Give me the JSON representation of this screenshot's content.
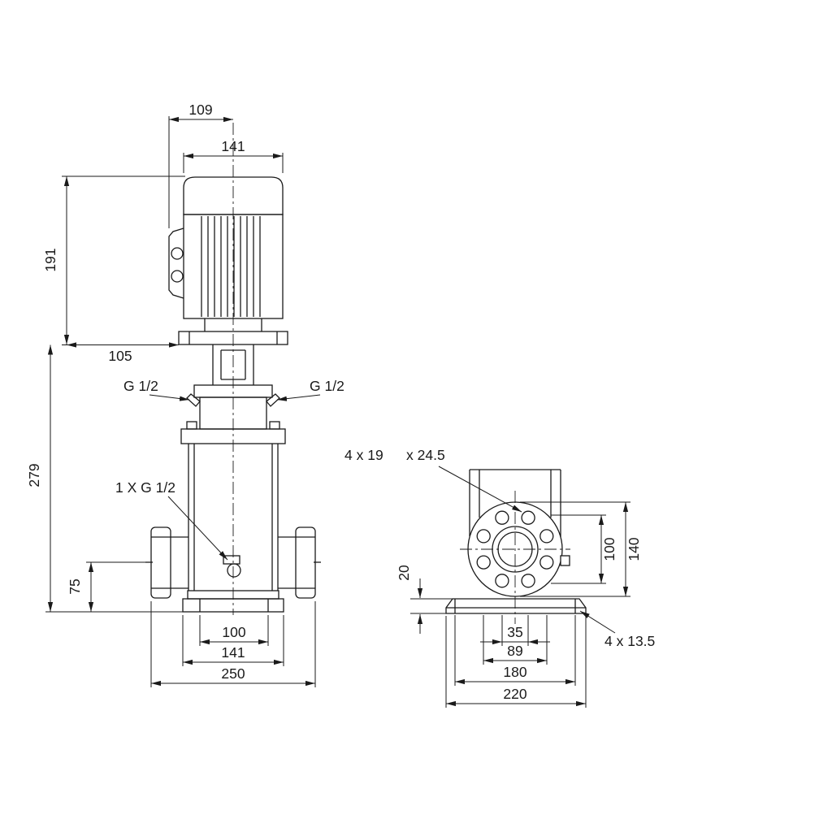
{
  "colors": {
    "line": "#1a1a1a",
    "background": "#ffffff"
  },
  "front_view": {
    "dim_fan_cover_width": "109",
    "dim_motor_width": "141",
    "dim_motor_height": "191",
    "dim_head_offset": "105",
    "port_left_label": "G 1/2",
    "port_right_label": "G 1/2",
    "dim_pump_height": "279",
    "drain_label": "1 X G 1/2",
    "dim_port_centerline_height": "75",
    "dim_base_bolt_spacing": "100",
    "dim_base_plate_width": "141",
    "dim_overall_flange_width": "250"
  },
  "side_view": {
    "flange_holes_label_1": "4 x 19",
    "flange_holes_label_2": "x 24.5",
    "dim_base_plate_thickness": "20",
    "dim_bolt_circle": "100",
    "dim_flange_od": "140",
    "dim_hole_pair_spacing_inner": "35",
    "dim_hole_pair_spacing_outer": "89",
    "dim_foot_hole_spacing": "180",
    "dim_base_length": "220",
    "base_holes_label": "4  x 13.5"
  }
}
